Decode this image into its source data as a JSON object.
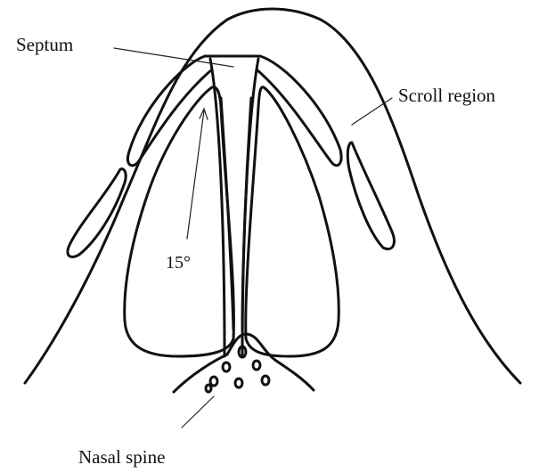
{
  "labels": {
    "septum": "Septum",
    "scroll_region": "Scroll region",
    "angle": "15°",
    "nasal_spine": "Nasal spine"
  },
  "colors": {
    "line": "#111111",
    "background": "#ffffff"
  }
}
